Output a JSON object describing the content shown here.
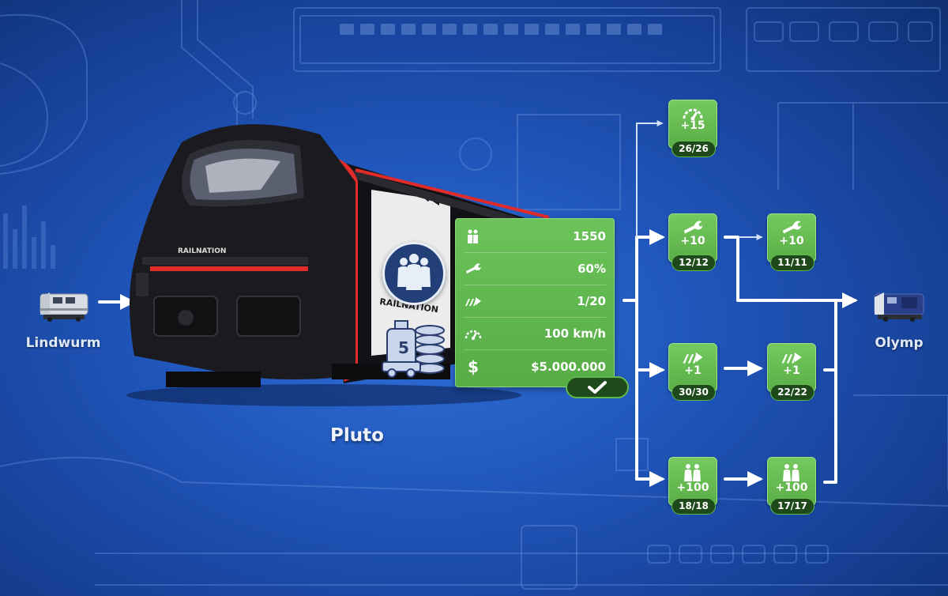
{
  "route": {
    "origin": "Lindwurm",
    "destination": "Olymp"
  },
  "train": {
    "name": "Pluto",
    "livery_text": "RAILNATION",
    "level": "5",
    "emblem_icon": "passengers-icon"
  },
  "stats": [
    {
      "icon": "passengers-icon",
      "value": "1550"
    },
    {
      "icon": "wrench-icon",
      "value": "60%"
    },
    {
      "icon": "acceleration-icon",
      "value": "1/20"
    },
    {
      "icon": "speedometer-icon",
      "value": "100 km/h"
    },
    {
      "icon": "dollar-icon",
      "value": "$5.000.000"
    }
  ],
  "stats_dollar_glyph": "$",
  "confirm_icon": "checkmark-icon",
  "upgrades": {
    "speed_1": {
      "icon": "speedometer-icon",
      "value": "+15",
      "count": "26/26"
    },
    "maintenance_1": {
      "icon": "wrench-icon",
      "value": "+10",
      "count": "12/12"
    },
    "maintenance_2": {
      "icon": "wrench-icon",
      "value": "+10",
      "count": "11/11"
    },
    "acceleration_1": {
      "icon": "acceleration-icon",
      "value": "+1",
      "count": "30/30"
    },
    "acceleration_2": {
      "icon": "acceleration-icon",
      "value": "+1",
      "count": "22/22"
    },
    "capacity_1": {
      "icon": "passengers-icon",
      "value": "+100",
      "count": "18/18"
    },
    "capacity_2": {
      "icon": "passengers-icon",
      "value": "+100",
      "count": "17/17"
    }
  },
  "colors": {
    "background": "#1f54b8",
    "panel_green": "#5aae46",
    "badge_dark_green": "#1e4a1b",
    "train_body": "#1a1a1f",
    "train_stripe": "#e02b2b"
  }
}
